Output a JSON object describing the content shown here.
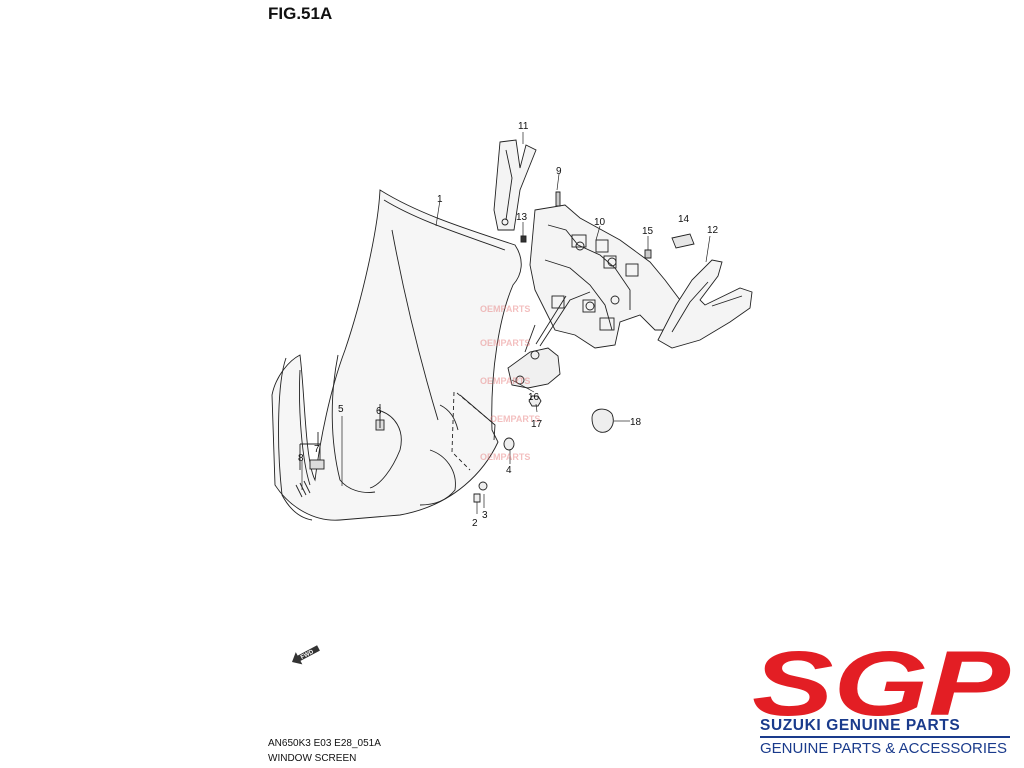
{
  "figure_title": "FIG.51A",
  "callouts": [
    {
      "id": "c1",
      "text": "1"
    },
    {
      "id": "c2",
      "text": "2"
    },
    {
      "id": "c3",
      "text": "3"
    },
    {
      "id": "c4",
      "text": "4"
    },
    {
      "id": "c5",
      "text": "5"
    },
    {
      "id": "c6",
      "text": "6"
    },
    {
      "id": "c7",
      "text": "7"
    },
    {
      "id": "c8",
      "text": "8"
    },
    {
      "id": "c9",
      "text": "9"
    },
    {
      "id": "c10",
      "text": "10"
    },
    {
      "id": "c11",
      "text": "11"
    },
    {
      "id": "c12",
      "text": "12"
    },
    {
      "id": "c13",
      "text": "13"
    },
    {
      "id": "c14",
      "text": "14"
    },
    {
      "id": "c15",
      "text": "15"
    },
    {
      "id": "c16",
      "text": "16"
    },
    {
      "id": "c17",
      "text": "17"
    },
    {
      "id": "c18",
      "text": "18"
    }
  ],
  "fwd_marker": "FWD",
  "watermark": "OEMPARTS",
  "footer": {
    "code": "AN650K3 E03 E28_051A",
    "name": "WINDOW SCREEN"
  },
  "logo": {
    "letters": "SGP",
    "brand_name": "SUZUKI GENUINE PARTS",
    "tagline": "GENUINE PARTS & ACCESSORIES",
    "red": "#e31e24",
    "blue": "#1a3b8c"
  }
}
